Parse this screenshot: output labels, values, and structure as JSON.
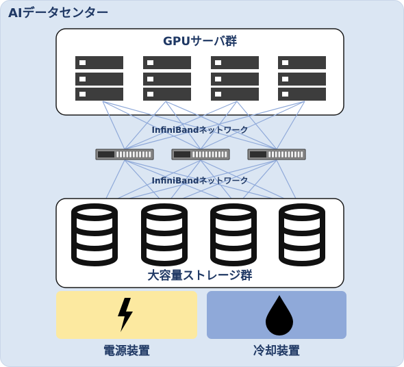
{
  "title": "AIデータセンター",
  "gpu_group": {
    "label": "GPUサーバ群",
    "server_count": 4
  },
  "network": {
    "upper_label": "InfiniBandネットワーク",
    "lower_label": "InfiniBandネットワーク",
    "switch_count": 3
  },
  "storage_group": {
    "label": "大容量ストレージ群",
    "disk_count": 4
  },
  "power": {
    "label": "電源装置",
    "icon": "lightning-bolt-icon"
  },
  "cooling": {
    "label": "冷却装置",
    "icon": "water-drop-icon"
  },
  "colors": {
    "background": "#dbe6f3",
    "panel_border": "#1a1a1a",
    "title_text": "#1f3864",
    "link_line": "#8fa9d9",
    "server": "#3d3d3d",
    "power_fill": "#fce9a0",
    "cooling_fill": "#8fa9d9"
  }
}
